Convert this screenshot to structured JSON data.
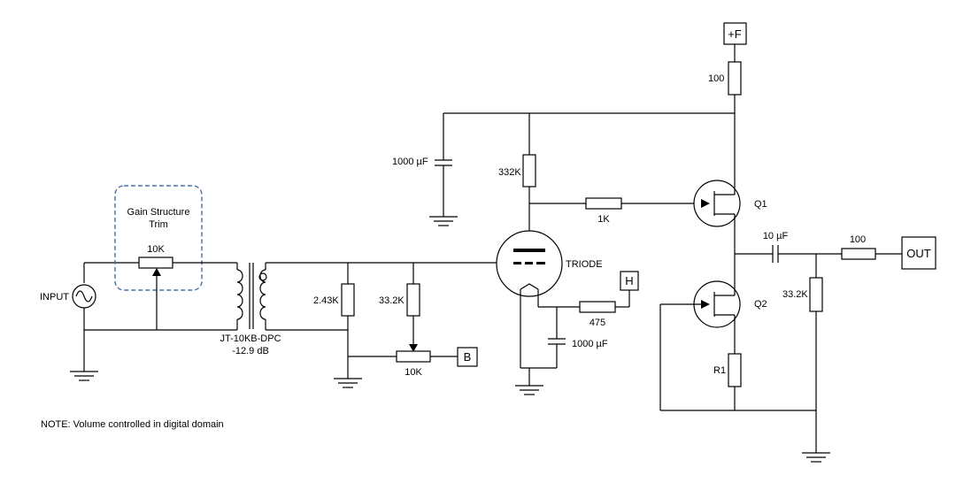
{
  "labels": {
    "input": "INPUT",
    "gain_trim_title": "Gain Structure",
    "gain_trim_title2": "Trim",
    "trim_pot": "10K",
    "transformer_name": "JT-10KB-DPC",
    "transformer_loss": "-12.9 dB",
    "r_2_43k": "2.43K",
    "r_33_2k_grid": "33.2K",
    "pot_10k_bias": "10K",
    "terminal_b": "B",
    "cap_1000uf_top": "1000 µF",
    "r_332k": "332K",
    "r_1k": "1K",
    "triode": "TRIODE",
    "terminal_h": "H",
    "r_475": "475",
    "cap_1000uf_bottom": "1000 µF",
    "terminal_f": "+F",
    "r_100_top": "100",
    "q1": "Q1",
    "q2": "Q2",
    "cap_10uf": "10 µF",
    "r_100_out": "100",
    "terminal_out": "OUT",
    "r_33_2k_out": "33.2K",
    "r1": "R1",
    "note": "NOTE: Volume controlled in digital domain"
  },
  "colors": {
    "wire": "#000000",
    "trim_box_border": "#4a6fa5"
  }
}
